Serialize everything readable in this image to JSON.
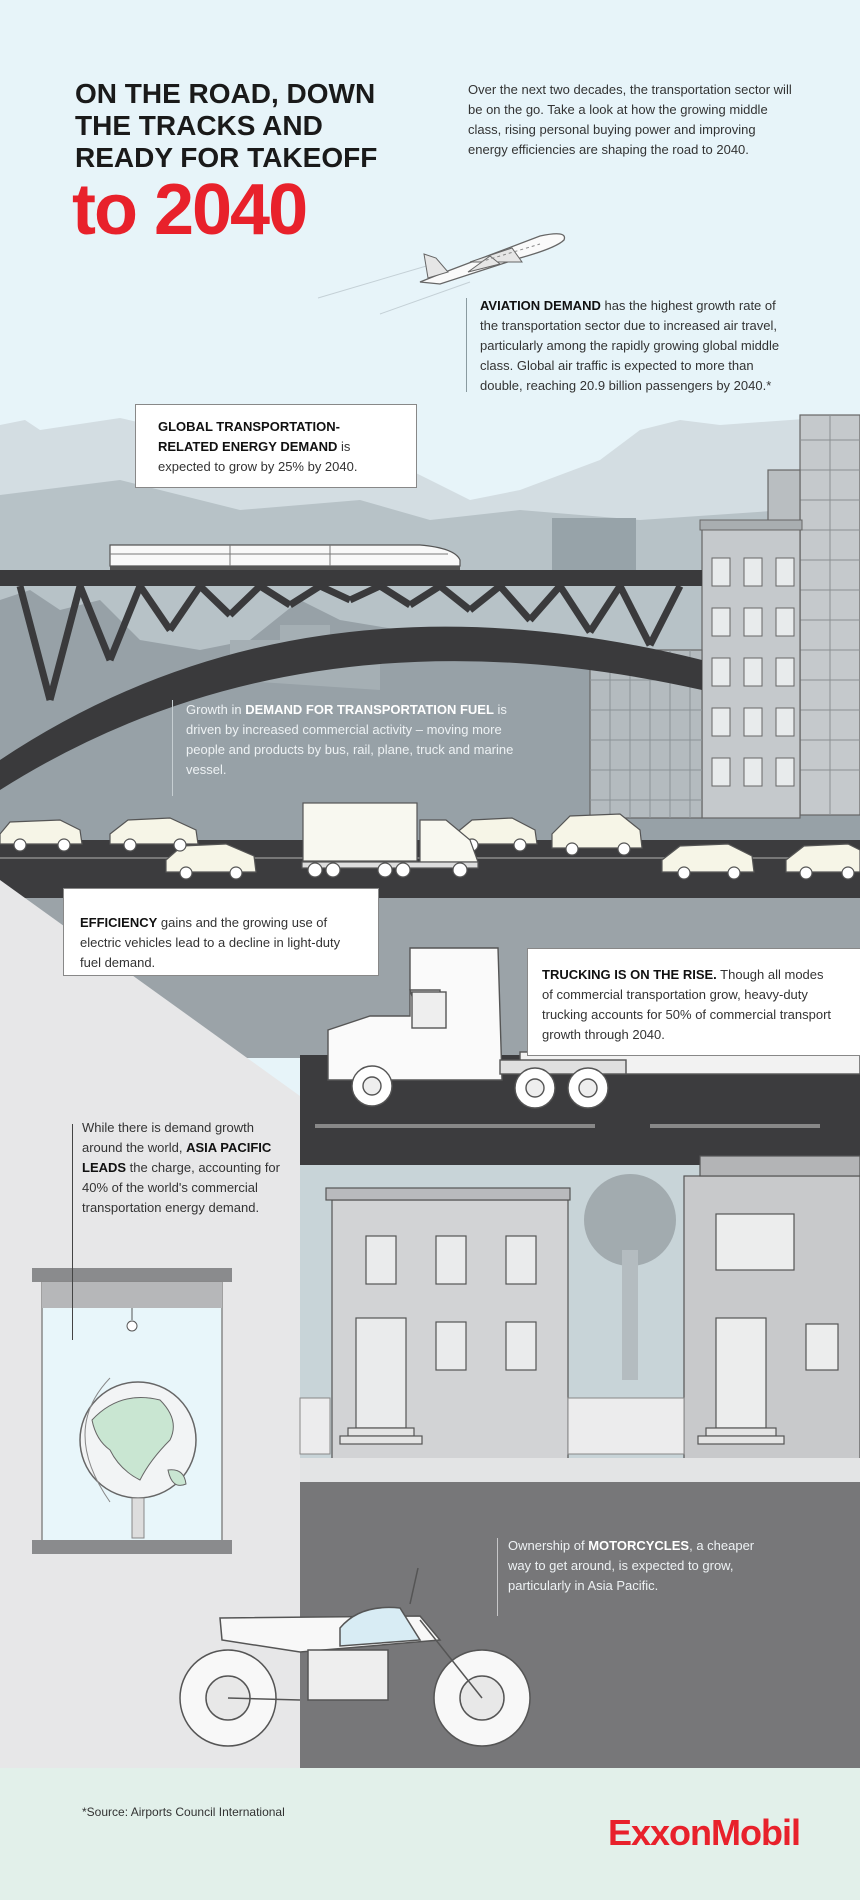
{
  "hero": {
    "title_lines": [
      "ON THE ROAD, DOWN",
      "THE TRACKS AND",
      "READY FOR TAKEOFF"
    ],
    "big_title": "to 2040",
    "intro": "Over the next two decades, the transportation sector will be on the go. Take a look at how the growing middle class, rising personal buying power and improving energy efficiencies are shaping the road to 2040."
  },
  "aviation": {
    "highlight": "AVIATION DEMAND",
    "text": " has the highest growth rate of the transportation sector due to increased air travel, particularly among the rapidly growing global middle class. Global air traffic is expected to more than double, reaching 20.9 billion passengers by 2040.*"
  },
  "global_energy": {
    "highlight": "GLOBAL TRANSPORTATION-RELATED ENERGY DEMAND",
    "text": " is expected to grow by 25% by 2040."
  },
  "fuel": {
    "prefix": "Growth in ",
    "highlight": "DEMAND FOR TRANSPORTATION FUEL",
    "text": " is driven by increased commercial activity – moving more people and products by bus, rail, plane, truck and marine vessel."
  },
  "efficiency": {
    "highlight": "EFFICIENCY",
    "text": " gains and the growing use of electric vehicles lead to a decline in light-duty fuel demand."
  },
  "trucking": {
    "highlight": "TRUCKING IS ON THE RISE.",
    "text": " Though all modes of commercial transportation grow, heavy-duty trucking accounts for 50% of commercial transport growth through 2040."
  },
  "asia": {
    "prefix": "While there is demand growth around the world, ",
    "highlight": "ASIA PACIFIC LEADS",
    "text": " the charge, accounting for 40% of the world's commercial transportation energy demand."
  },
  "motorcycles": {
    "prefix": "Ownership of ",
    "highlight": "MOTORCYCLES",
    "text": ", a cheaper way to get around, is expected to grow, particularly in Asia Pacific."
  },
  "footer": {
    "source": "*Source: Airports Council International",
    "logo": "ExxonMobil"
  },
  "colors": {
    "sky": "#e7f4f9",
    "accent_red": "#e8212b",
    "bridge": "#3a3a3c",
    "road": "#3c3c3e",
    "footer_bg": "#e2f0ea"
  }
}
